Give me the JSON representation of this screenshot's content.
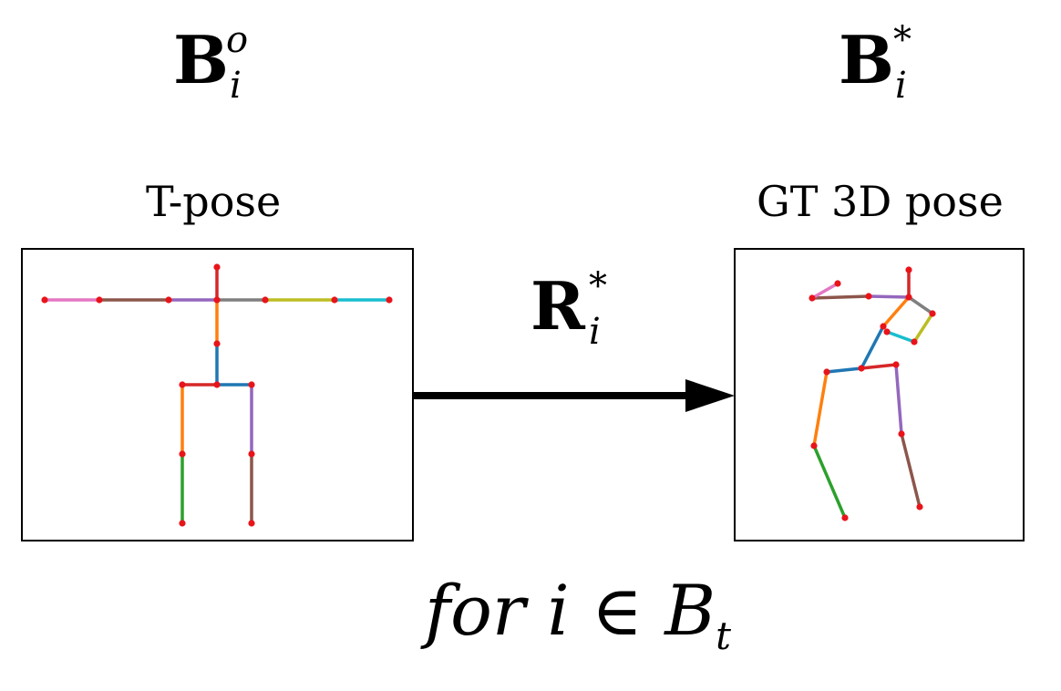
{
  "labels": {
    "left_symbol": {
      "base": "B",
      "sup": "o",
      "sub": "i"
    },
    "right_symbol": {
      "base": "B",
      "sup": "*",
      "sub": "i"
    },
    "arrow_symbol": {
      "base": "R",
      "sup": "*",
      "sub": "i"
    },
    "left_caption": "T-pose",
    "right_caption": "GT 3D pose",
    "formula": {
      "main": "for i ∈ B",
      "sub": "t"
    }
  },
  "colors": {
    "joint": "#e8141a",
    "blue": "#1f77b4",
    "orange": "#ff7f0e",
    "green": "#2ca02c",
    "red": "#d62728",
    "purple": "#9467bd",
    "brown": "#8c564b",
    "pink": "#e377c2",
    "gray": "#7f7f7f",
    "olive": "#bcbd22",
    "cyan": "#17becf"
  }
}
